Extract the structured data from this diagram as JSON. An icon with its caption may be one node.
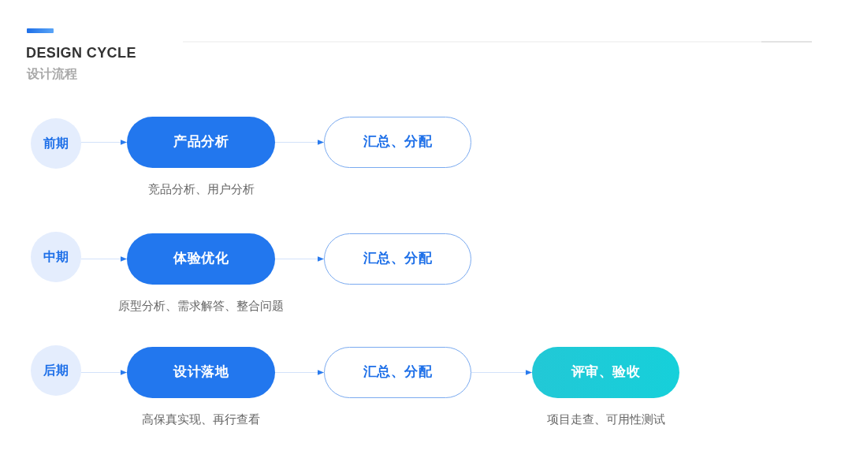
{
  "diagram": {
    "title": "DESIGN CYCLE",
    "nodes": [
      {
        "text": [
          "前期"
        ]
      },
      {
        "text": [
          "产品分析"
        ],
        "beside": [
          "竞品分析、用户分析"
        ]
      },
      {
        "text": [
          "汇总、分配"
        ]
      },
      {
        "text": [
          "中期"
        ]
      },
      {
        "text": [
          "体验优化"
        ],
        "beside": [
          "原型分析、需求解答、整合问题"
        ]
      },
      {
        "text": [
          "汇总、分配"
        ]
      },
      {
        "text": [
          "后期"
        ]
      },
      {
        "text": [
          "设计落地"
        ],
        "beside": [
          "高保真实现、再行查看"
        ]
      },
      {
        "text": [
          "汇总、分配"
        ]
      },
      {
        "text": [
          "评审、验收"
        ],
        "beside": [
          "项目走查、可用性测试"
        ]
      }
    ],
    "edges": [
      {
        "from": 0,
        "to": 1,
        "arrow": "to"
      },
      {
        "from": 1,
        "to": 2,
        "arrow": "to"
      },
      {
        "from": 3,
        "to": 4,
        "arrow": "to"
      },
      {
        "from": 4,
        "to": 5,
        "arrow": "to"
      },
      {
        "from": 6,
        "to": 7,
        "arrow": "to"
      },
      {
        "from": 7,
        "to": 8,
        "arrow": "to"
      },
      {
        "from": 8,
        "to": 9,
        "arrow": "to"
      }
    ],
    "labels": [
      "设计流程"
    ]
  }
}
